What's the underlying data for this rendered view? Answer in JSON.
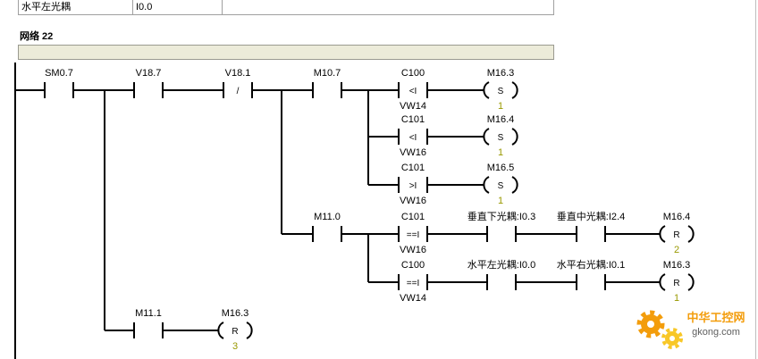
{
  "symbol_table": {
    "row": {
      "symbol": "水平左光耦",
      "address": "I0.0"
    }
  },
  "network": {
    "title": "网络 22"
  },
  "ladder": {
    "main_rung": {
      "contacts": [
        {
          "address": "SM0.7"
        },
        {
          "address": "V18.7"
        },
        {
          "address": "V18.1",
          "glyph": "/"
        },
        {
          "address": "M10.7"
        }
      ]
    },
    "set_branches": [
      {
        "compare": {
          "in1": "C100",
          "op": "<I",
          "in2": "VW14"
        },
        "coil": {
          "address": "M16.3",
          "op": "S",
          "n": "1"
        }
      },
      {
        "compare": {
          "in1": "C101",
          "op": "<I",
          "in2": "VW16"
        },
        "coil": {
          "address": "M16.4",
          "op": "S",
          "n": "1"
        }
      },
      {
        "compare": {
          "in1": "C101",
          "op": ">I",
          "in2": "VW16"
        },
        "coil": {
          "address": "M16.5",
          "op": "S",
          "n": "1"
        }
      }
    ],
    "m11_0_branch": {
      "contact": {
        "address": "M11.0"
      },
      "rungs": [
        {
          "compare": {
            "in1": "C101",
            "op": "==I",
            "in2": "VW16"
          },
          "contacts": [
            {
              "label": "垂直下光耦:I0.3"
            },
            {
              "label": "垂直中光耦:I2.4"
            }
          ],
          "coil": {
            "address": "M16.4",
            "op": "R",
            "n": "2"
          }
        },
        {
          "compare": {
            "in1": "C100",
            "op": "==I",
            "in2": "VW14"
          },
          "contacts": [
            {
              "label": "水平左光耦:I0.0"
            },
            {
              "label": "水平右光耦:I0.1"
            }
          ],
          "coil": {
            "address": "M16.3",
            "op": "R",
            "n": "1"
          }
        }
      ]
    },
    "m11_1_branch": {
      "contact": {
        "address": "M11.1"
      },
      "coil": {
        "address": "M16.3",
        "op": "R",
        "n": "3"
      }
    }
  },
  "watermark": {
    "name": "中华工控网",
    "domain": "gkong.com",
    "icon": "gear-icon"
  },
  "colors": {
    "wire": "#000000",
    "coil_count": "#999900",
    "comment_box": "#ecebd9",
    "table_border": "#a0a0a0",
    "watermark_orange": "#f39800",
    "watermark_yellow": "#f8c51c",
    "watermark_text": "#555555"
  }
}
